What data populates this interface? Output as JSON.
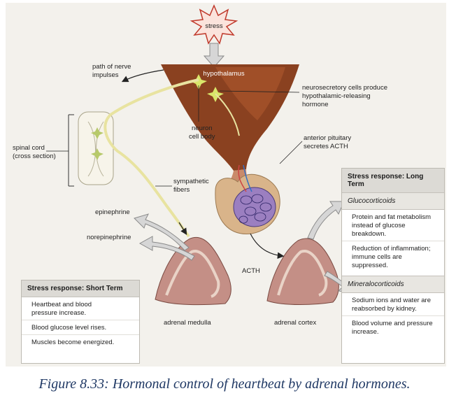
{
  "labels": {
    "stress": "stress",
    "hypothalamus": "hypothalamus",
    "path_of_nerve": "path of nerve",
    "impulses": "impulses",
    "neurosecretory_1": "neurosecretory cells produce",
    "neurosecretory_2": "hypothalamic-releasing",
    "neurosecretory_3": "hormone",
    "neuron": "neuron",
    "cell_body": "cell body",
    "spinal_cord": "spinal cord",
    "cross_section": "(cross section)",
    "anterior_1": "anterior pituitary",
    "anterior_2": "secretes ACTH",
    "sympathetic": "sympathetic",
    "fibers": "fibers",
    "epinephrine": "epinephrine",
    "norepinephrine": "norepinephrine",
    "acth": "ACTH",
    "adrenal_medulla": "adrenal medulla",
    "adrenal_cortex": "adrenal cortex"
  },
  "short_term": {
    "title": "Stress response: Short Term",
    "item1_line1": "Heartbeat and blood",
    "item1_line2": "pressure increase.",
    "item2": "Blood glucose level rises.",
    "item3": "Muscles become energized."
  },
  "long_term": {
    "title": "Stress response: Long Term",
    "glucocorticoids": "Glucocorticoids",
    "g_item1_line1": "Protein and fat metabolism",
    "g_item1_line2": "instead of glucose breakdown.",
    "g_item2_line1": "Reduction of inflammation;",
    "g_item2_line2": "immune cells are suppressed.",
    "mineralocorticoids": "Mineralocorticoids",
    "m_item1_line1": "Sodium ions and water are",
    "m_item1_line2": "reabsorbed by kidney.",
    "m_item2_line1": "Blood volume and pressure",
    "m_item2_line2": "increase."
  },
  "caption": "Figure 8.33: Hormonal control of heartbeat by adrenal hormones.",
  "colors": {
    "hypothalamus": "#8a4120",
    "pituitary_stalk": "#c98a6a",
    "nerve": "#e8e3a0",
    "adrenal": "#c48f86",
    "arrow_gray": "#b9b9b9",
    "caption": "#1f3864"
  }
}
